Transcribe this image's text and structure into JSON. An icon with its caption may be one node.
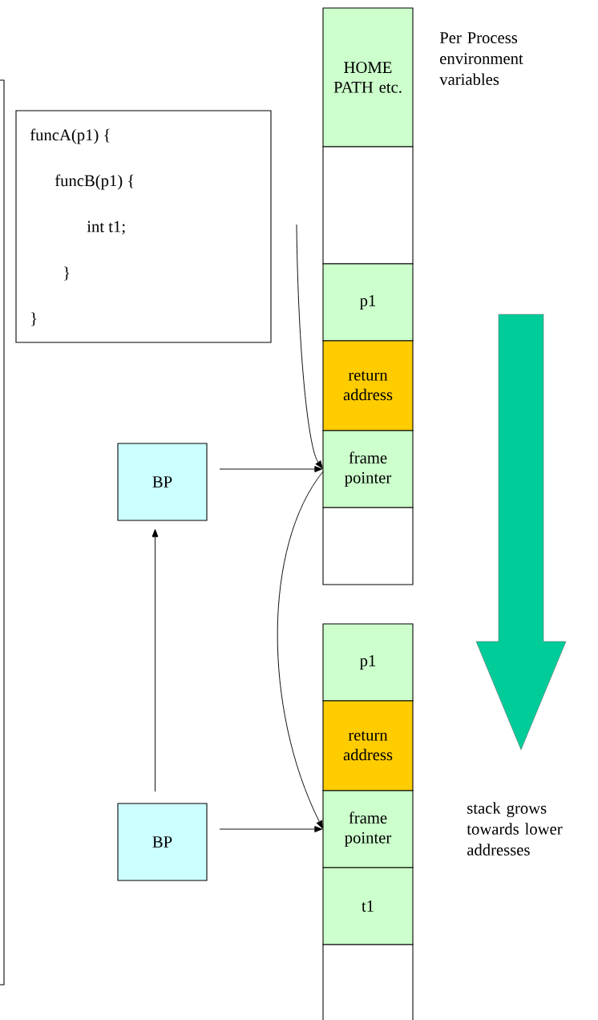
{
  "diagram": {
    "nodes": [
      {
        "text": [
          "funcA(p1)  {",
          "funcB(p1) {",
          "int t1;",
          "}",
          "}"
        ]
      },
      {
        "text": [
          "HOME PATH etc."
        ]
      },
      {
        "text": [],
        "shape": "box"
      },
      {
        "text": [
          "p1"
        ]
      },
      {
        "text": [
          "return address"
        ]
      },
      {
        "text": [
          "frame pointer"
        ]
      },
      {
        "text": [],
        "shape": "box"
      },
      {
        "text": [
          "p1"
        ]
      },
      {
        "text": [
          "return address"
        ]
      },
      {
        "text": [
          "frame pointer"
        ]
      },
      {
        "text": [
          "t1"
        ]
      },
      {
        "text": [],
        "shape": "box"
      },
      {
        "text": [
          "BP"
        ]
      },
      {
        "text": [
          "BP"
        ]
      }
    ],
    "edges": [
      {
        "from": null,
        "to": 5,
        "arrow": "to"
      },
      {
        "from": 12,
        "to": 5,
        "arrow": "to"
      },
      {
        "from": 5,
        "to": 9,
        "arrow": "to"
      },
      {
        "from": 13,
        "to": 9,
        "arrow": "to"
      },
      {
        "from": 13,
        "to": 12,
        "arrow": "to"
      }
    ],
    "labels": [
      "Per Process environment variables",
      "stack grows towards lower addresses"
    ]
  }
}
